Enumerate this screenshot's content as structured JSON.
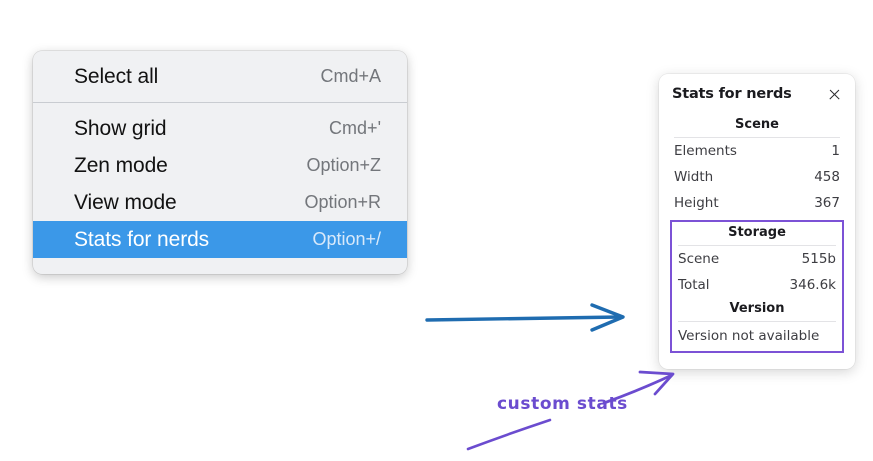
{
  "menu": {
    "name": "context-menu",
    "sections": [
      {
        "items": [
          {
            "label": "Select all",
            "shortcut": "Cmd+A",
            "selected": false,
            "name": "menu-item-select-all"
          }
        ]
      },
      {
        "items": [
          {
            "label": "Show grid",
            "shortcut": "Cmd+'",
            "selected": false,
            "name": "menu-item-show-grid"
          },
          {
            "label": "Zen mode",
            "shortcut": "Option+Z",
            "selected": false,
            "name": "menu-item-zen-mode"
          },
          {
            "label": "View mode",
            "shortcut": "Option+R",
            "selected": false,
            "name": "menu-item-view-mode"
          },
          {
            "label": "Stats for nerds",
            "shortcut": "Option+/",
            "selected": true,
            "name": "menu-item-stats-for-nerds"
          }
        ]
      }
    ]
  },
  "stats_panel": {
    "title": "Stats for nerds",
    "close_icon": "close-icon",
    "scene": {
      "heading": "Scene",
      "rows": [
        {
          "key": "Elements",
          "value": "1"
        },
        {
          "key": "Width",
          "value": "458"
        },
        {
          "key": "Height",
          "value": "367"
        }
      ]
    },
    "storage": {
      "heading": "Storage",
      "rows": [
        {
          "key": "Scene",
          "value": "515b"
        },
        {
          "key": "Total",
          "value": "346.6k"
        }
      ]
    },
    "version": {
      "heading": "Version",
      "text": "Version not available"
    }
  },
  "annotations": {
    "handwriting_label": "custom stats",
    "arrow_blue_color": "#1f6cb0",
    "arrow_purple_color": "#6b4ccf",
    "highlight_color": "#3b98e8"
  }
}
